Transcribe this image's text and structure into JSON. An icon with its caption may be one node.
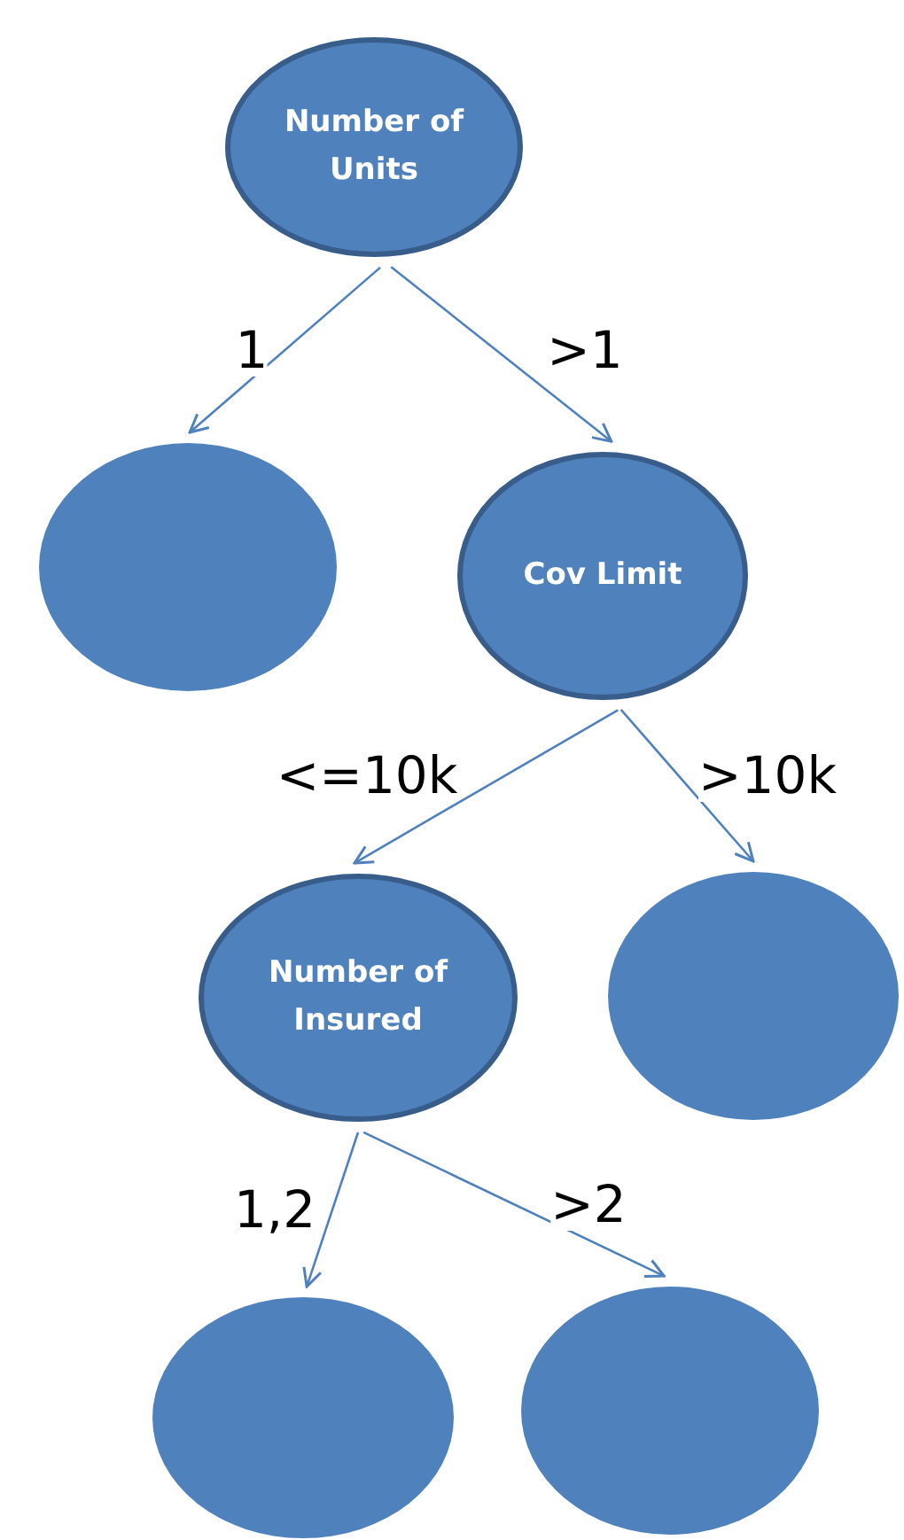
{
  "diagram": {
    "nodes": [
      {
        "text": [
          "Number of Units"
        ]
      },
      {
        "text": [],
        "shape": "ellipse"
      },
      {
        "text": [
          "Cov Limit"
        ]
      },
      {
        "text": [
          "Number of Insured"
        ]
      },
      {
        "text": [],
        "shape": "ellipse"
      },
      {
        "text": [],
        "shape": "ellipse"
      },
      {
        "text": [],
        "shape": "ellipse"
      }
    ],
    "edges": [
      {
        "from": 0,
        "to": 1,
        "arrow": "to",
        "label": "1"
      },
      {
        "from": 0,
        "to": 2,
        "arrow": "to",
        "label": ">1"
      },
      {
        "from": 2,
        "to": 3,
        "arrow": "to",
        "label": "<=10k"
      },
      {
        "from": 2,
        "to": 4,
        "arrow": "to",
        "label": ">10k"
      },
      {
        "from": 3,
        "to": 5,
        "arrow": "to",
        "label": "1,2"
      },
      {
        "from": 3,
        "to": 6,
        "arrow": "to",
        "label": ">2"
      }
    ]
  }
}
